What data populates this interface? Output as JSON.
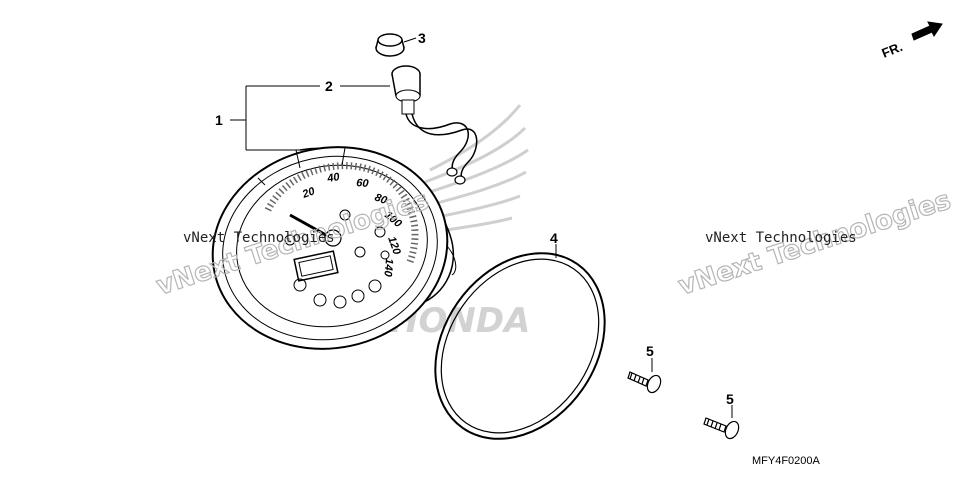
{
  "diagram": {
    "callouts": {
      "c1": "1",
      "c2": "2",
      "c3": "3",
      "c4": "4",
      "c5a": "5",
      "c5b": "5"
    },
    "direction_label": "FR.",
    "part_code": "MFY4F0200A",
    "gauge_numbers": [
      "20",
      "40",
      "60",
      "80",
      "100",
      "120",
      "140"
    ],
    "watermarks": [
      {
        "small": "vNext Technologies",
        "big": "vNext Technologies"
      },
      {
        "small": "vNext Technologies",
        "big": "vNext Technologies"
      }
    ],
    "background_logo_text": "HONDA",
    "colors": {
      "line": "#000000",
      "watermark": "#b5b5b5",
      "logo": "#cfcfcf"
    }
  }
}
